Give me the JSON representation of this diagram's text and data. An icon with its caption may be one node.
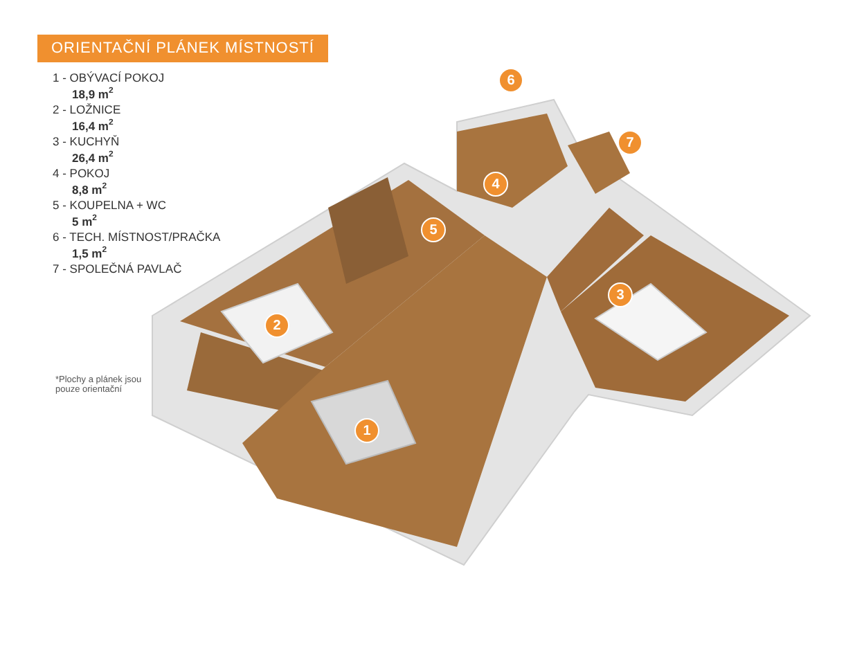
{
  "diagram": {
    "title": "ORIENTAČNÍ PLÁNEK MÍSTNOSTÍ",
    "nodes": [
      {
        "text": [
          "1"
        ]
      },
      {
        "text": [
          "2"
        ]
      },
      {
        "text": [
          "3"
        ]
      },
      {
        "text": [
          "4"
        ]
      },
      {
        "text": [
          "5"
        ]
      },
      {
        "text": [
          "6"
        ]
      },
      {
        "text": [
          "7"
        ]
      }
    ],
    "labels": [
      "1 - OBÝVACÍ POKOJ",
      "18,9 m$^{2}$",
      "2 - LOŽNICE",
      "16,4 m$^{2}$",
      "3 - KUCHYŇ",
      "26,4 m$^{2}$",
      "4 - POKOJ",
      "8,8 m$^{2}$",
      "5 - KOUPELNA + WC",
      "5 m$^{2}$",
      "6 - TECH. MÍSTNOST/PRAČKA",
      "1,5 m$^{2}$",
      "7 - SPOLEČNÁ PAVLAČ",
      "*Plochy a plánek jsou pouze orientační"
    ]
  }
}
